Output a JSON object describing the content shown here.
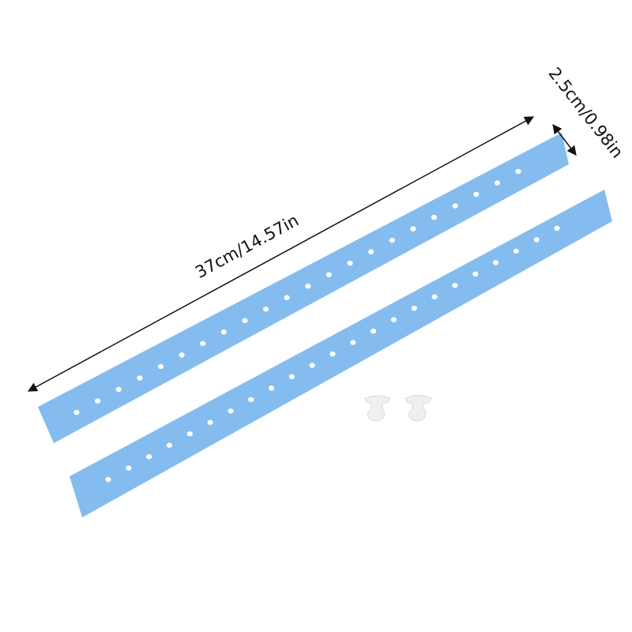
{
  "dimensions": {
    "length_label": "37cm/14.57in",
    "width_label": "2.5cm/0.98in"
  },
  "product": {
    "strip_count": 2,
    "peg_count": 2,
    "strip_color": "#84bcef",
    "hole_color": "#ffffff",
    "peg_color": "#eef0f2"
  }
}
